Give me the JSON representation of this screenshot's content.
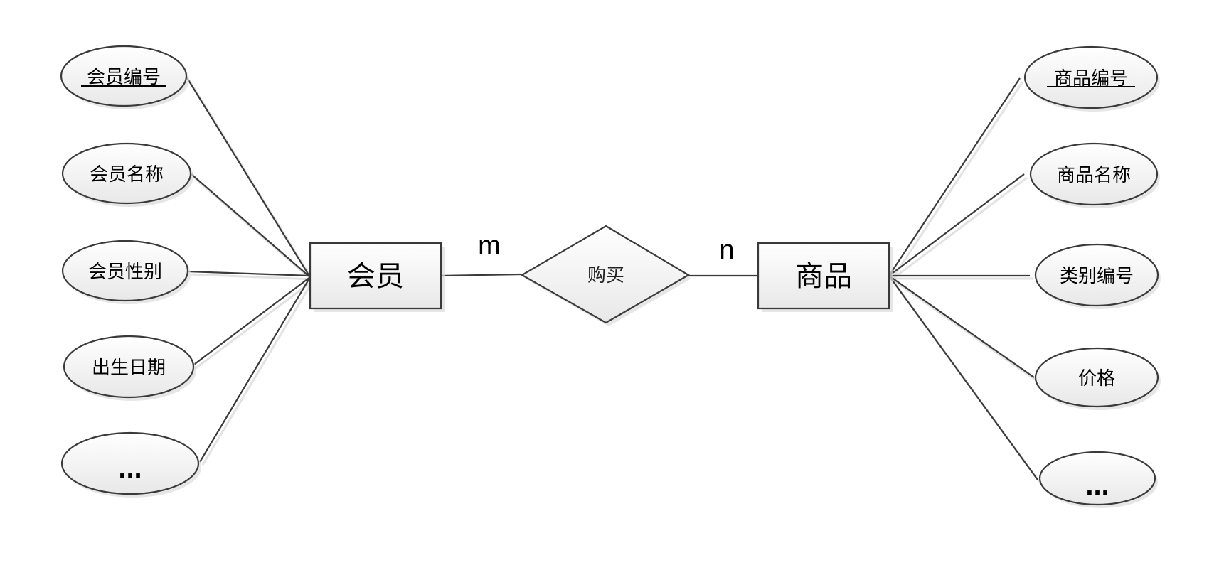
{
  "diagram": {
    "type": "ER diagram",
    "relationship": {
      "label": "购买",
      "left_cardinality": "m",
      "right_cardinality": "n"
    },
    "entities": [
      {
        "name": "会员",
        "attributes": [
          {
            "label": "会员编号",
            "primary_key": true
          },
          {
            "label": "会员名称",
            "primary_key": false
          },
          {
            "label": "会员性别",
            "primary_key": false
          },
          {
            "label": "出生日期",
            "primary_key": false
          },
          {
            "label": "...",
            "primary_key": false
          }
        ]
      },
      {
        "name": "商品",
        "attributes": [
          {
            "label": "商品编号",
            "primary_key": true
          },
          {
            "label": "商品名称",
            "primary_key": false
          },
          {
            "label": "类别编号",
            "primary_key": false
          },
          {
            "label": "价格",
            "primary_key": false
          },
          {
            "label": "...",
            "primary_key": false
          }
        ]
      }
    ],
    "colors": {
      "stroke": "#3a3a3a",
      "fill_top": "#ffffff",
      "fill_bottom": "#e8e8e8",
      "background": "#ffffff"
    }
  }
}
